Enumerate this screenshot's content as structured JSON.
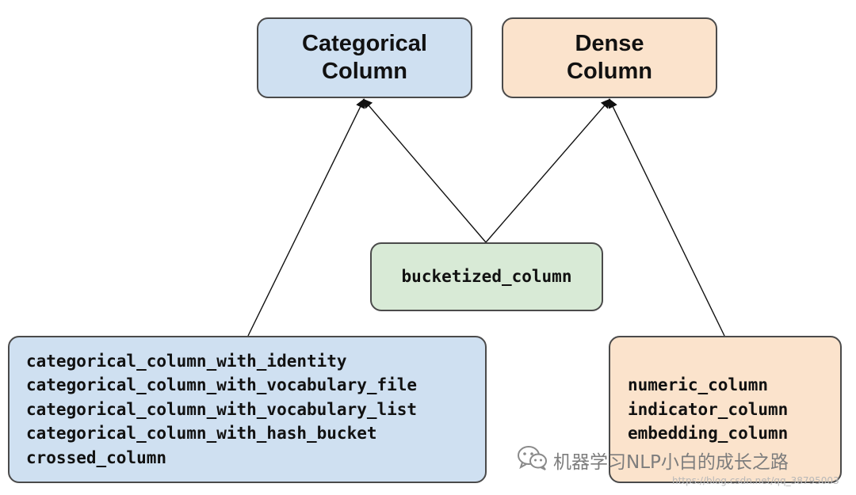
{
  "diagram": {
    "categorical": {
      "title_lines": [
        "Categorical",
        "Column"
      ]
    },
    "dense": {
      "title_lines": [
        "Dense",
        "Column"
      ]
    },
    "bucketized": {
      "label": "bucketized_column"
    },
    "categorical_list": {
      "items": [
        "categorical_column_with_identity",
        "categorical_column_with_vocabulary_file",
        "categorical_column_with_vocabulary_list",
        "categorical_column_with_hash_bucket",
        "crossed_column"
      ]
    },
    "dense_list": {
      "items": [
        "numeric_column",
        "indicator_column",
        "embedding_column"
      ]
    }
  },
  "watermark": {
    "icon": "wechat-icon",
    "text": "机器学习NLP小白的成长之路",
    "url": "https://blog.csdn.net/qq_38795003"
  },
  "colors": {
    "categorical_fill": "#cfe0f1",
    "dense_fill": "#fbe3cc",
    "bucketized_fill": "#d8ead6",
    "stroke": "#4a4a4a"
  }
}
